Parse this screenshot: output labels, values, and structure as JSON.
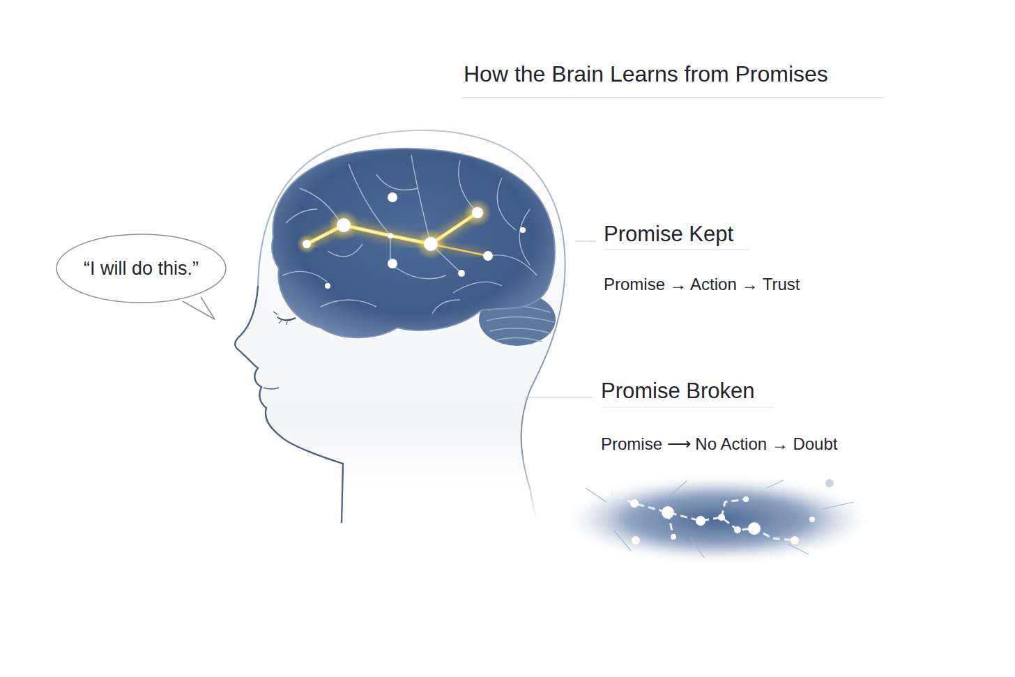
{
  "diagram": {
    "title": "How the Brain Learns from Promises",
    "nodes": [
      {
        "text": [
          "“I will do this.”"
        ]
      }
    ],
    "labels": [
      "Promise Kept",
      "Promise → Action → Trust",
      "Promise Broken",
      "Promise ⟶ No Action → Doubt"
    ]
  }
}
